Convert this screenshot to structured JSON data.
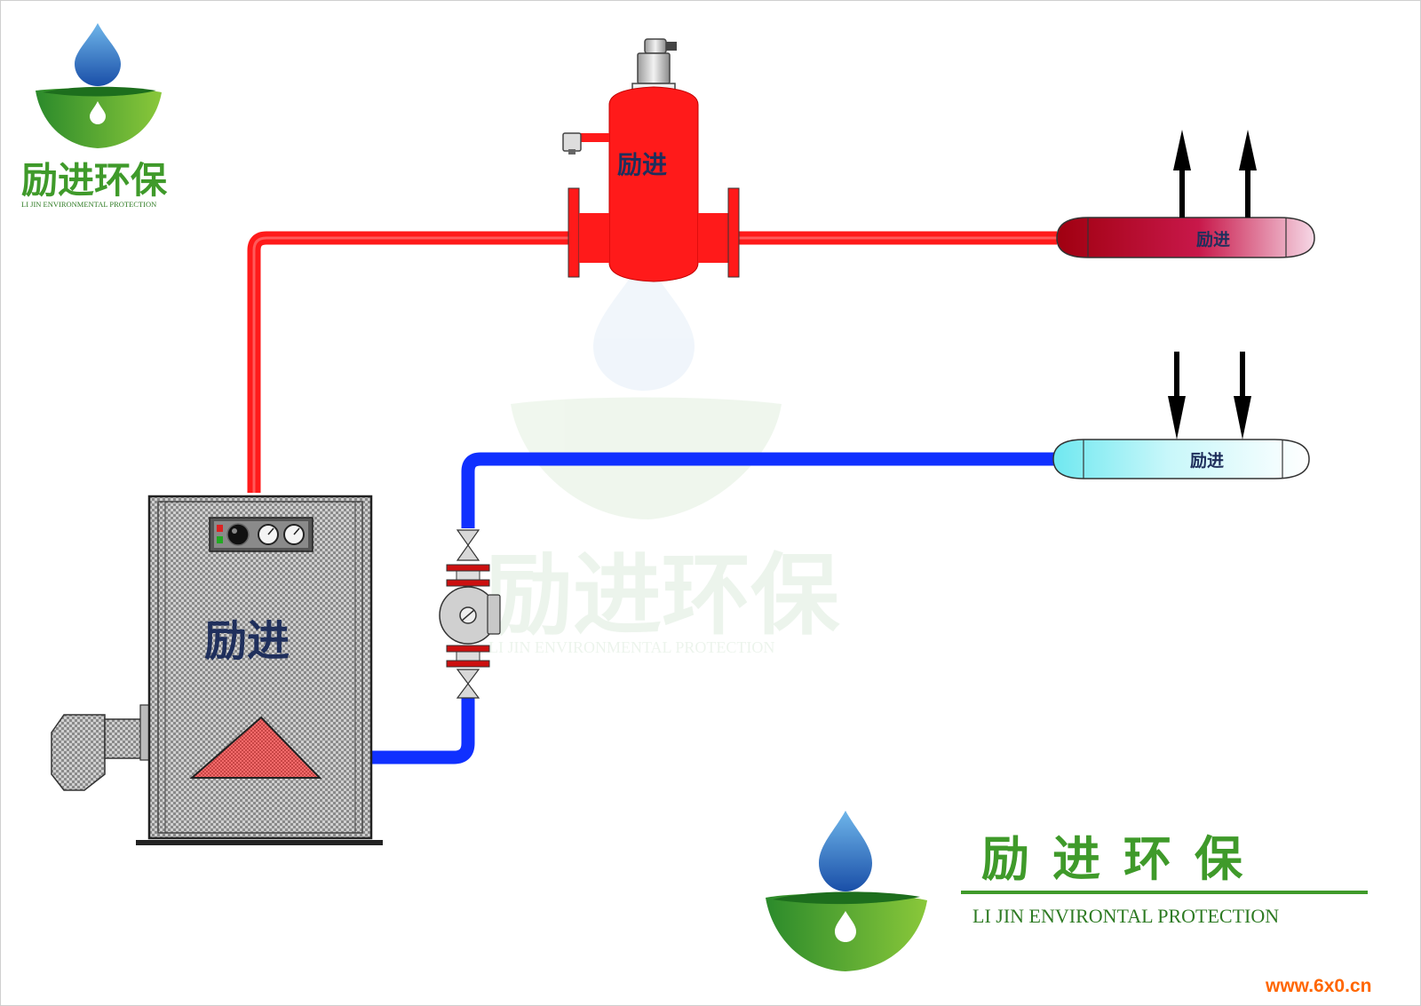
{
  "brand": {
    "name_cn": "励进环保",
    "name_en_small": "LI JIN ENVIRONMENTAL PROTECTION",
    "name_en_large": "LI JIN ENVIRONTAL PROTECTION",
    "watermark_cn": "励进环保",
    "watermark_en": "LI JIN ENVIRONMENTAL PROTECTION",
    "label_short": "励进",
    "colors": {
      "green": "#3f9a2a",
      "blue_drop": "#1e63b5",
      "red_text": "#d42a2a",
      "navy_text": "#1f2f5c"
    }
  },
  "diagram": {
    "hot_pipe_color": "#ff1a1a",
    "cold_pipe_color": "#1030ff",
    "components": {
      "separator_label": "励进",
      "hot_header_label": "励进",
      "cold_header_label": "励进",
      "boiler_label": "励进"
    }
  },
  "footer": {
    "website": "www.6x0.cn"
  }
}
